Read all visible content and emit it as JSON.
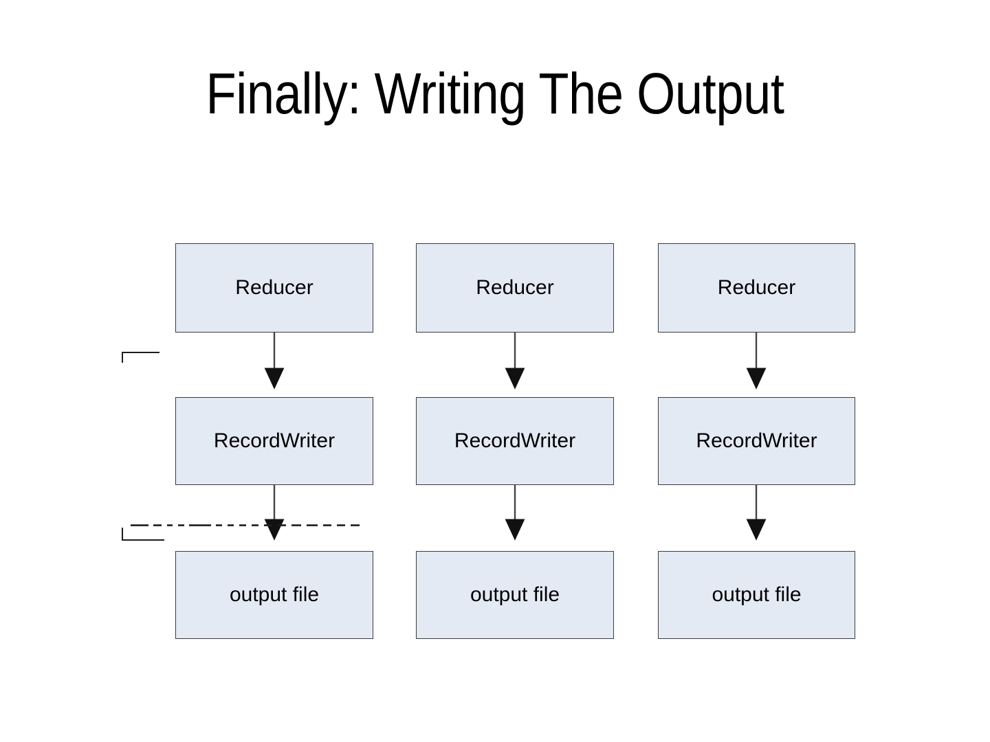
{
  "slide": {
    "title": "Finally: Writing The Output",
    "background_color": "#ffffff",
    "text_color": "#000000"
  },
  "theme": {
    "node_fill": "#e4eaf4",
    "node_border": "#3a3a3a",
    "arrow_color": "#1a1a1a",
    "artifact_color": "#1c1c1c"
  },
  "diagram": {
    "type": "flowchart",
    "description": "Three parallel output pipelines: Reducer to RecordWriter to output file",
    "columns": [
      {
        "id": "pipeline-1",
        "nodes": [
          {
            "id": "reducer-1",
            "label": "Reducer"
          },
          {
            "id": "recordwriter-1",
            "label": "RecordWriter"
          },
          {
            "id": "outputfile-1",
            "label": "output file"
          }
        ]
      },
      {
        "id": "pipeline-2",
        "nodes": [
          {
            "id": "reducer-2",
            "label": "Reducer"
          },
          {
            "id": "recordwriter-2",
            "label": "RecordWriter"
          },
          {
            "id": "outputfile-2",
            "label": "output file"
          }
        ]
      },
      {
        "id": "pipeline-3",
        "nodes": [
          {
            "id": "reducer-3",
            "label": "Reducer"
          },
          {
            "id": "recordwriter-3",
            "label": "RecordWriter"
          },
          {
            "id": "outputfile-3",
            "label": "output file"
          }
        ]
      }
    ],
    "connector_count": 6,
    "connector_style": "solid line with filled triangular arrowhead pointing down"
  },
  "artifacts": {
    "bracket_top": "L-shaped stray mark",
    "bracket_bottom": "L-shaped stray mark",
    "dashed_stroke": "horizontal dashed stray stroke"
  }
}
